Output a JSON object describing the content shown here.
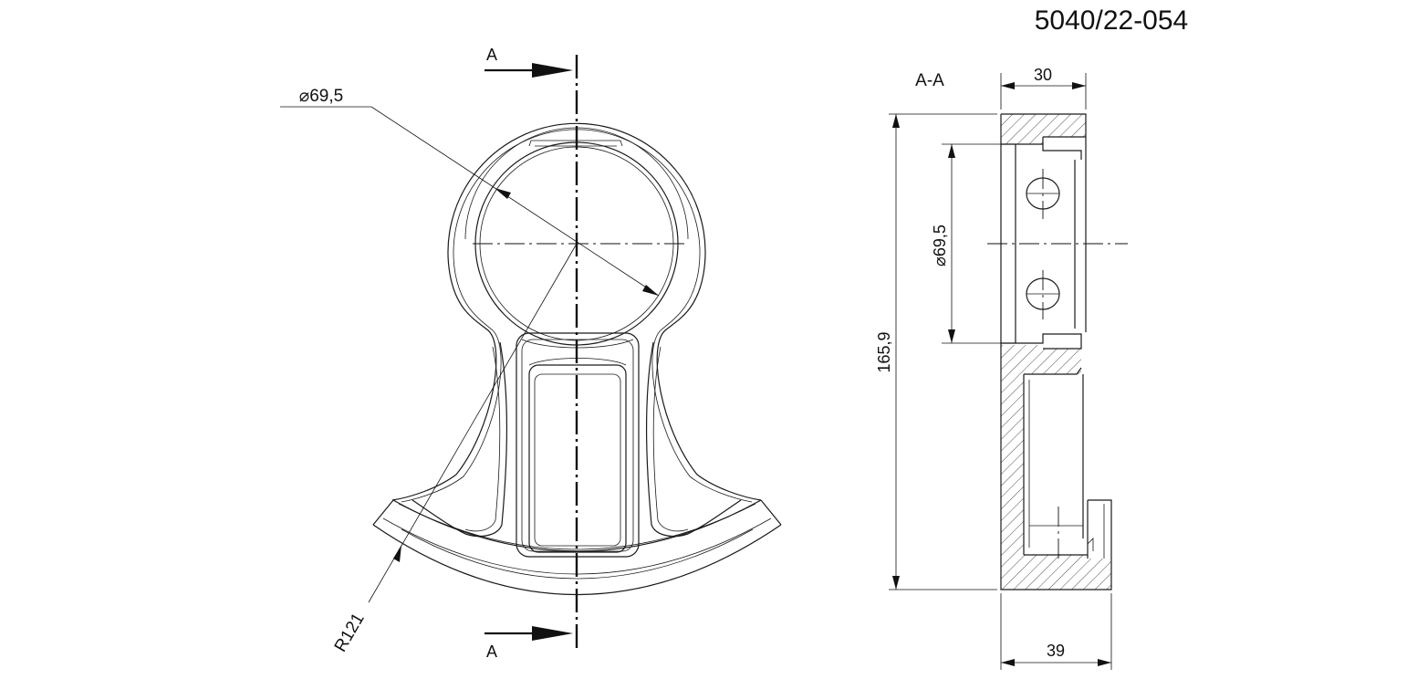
{
  "drawing": {
    "number": "5040/22-054",
    "section_label": "A-A",
    "cut_label_top": "A",
    "cut_label_bottom": "A",
    "front_view": {
      "diameter_dim": "⌀69,5",
      "radius_dim": "R121"
    },
    "section_view": {
      "width_top_dim": "30",
      "width_bottom_dim": "39",
      "height_dim": "165,9",
      "diameter_dim": "⌀69,5"
    }
  }
}
